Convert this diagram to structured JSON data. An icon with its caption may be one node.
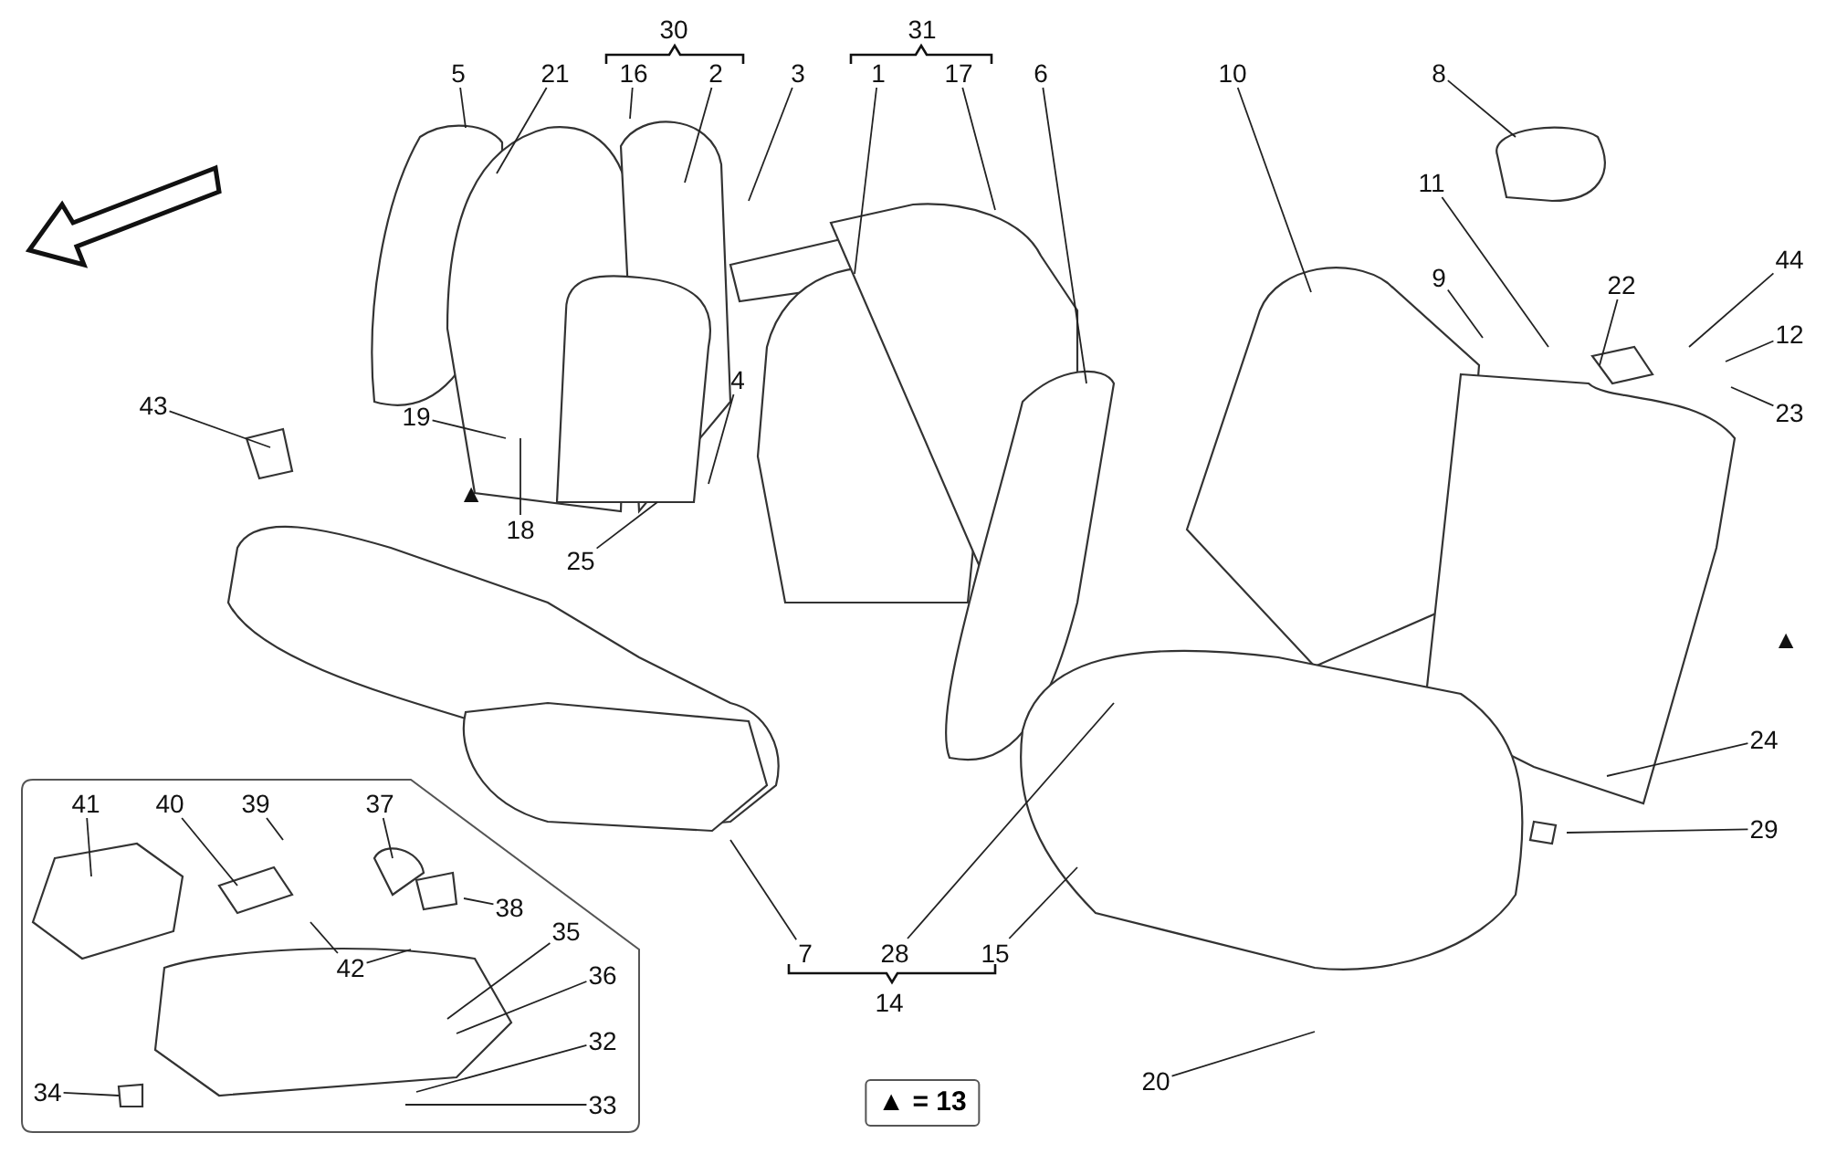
{
  "diagram": {
    "nodes": [
      {
        "text": [
          "5"
        ]
      },
      {
        "text": [
          "21"
        ]
      },
      {
        "text": [
          "16"
        ]
      },
      {
        "text": [
          "2"
        ]
      },
      {
        "text": [
          "3"
        ]
      },
      {
        "text": [
          "1"
        ]
      },
      {
        "text": [
          "17"
        ]
      },
      {
        "text": [
          "6"
        ]
      },
      {
        "text": [
          "10"
        ]
      },
      {
        "text": [
          "8"
        ]
      },
      {
        "text": [
          "11"
        ]
      },
      {
        "text": [
          "44"
        ]
      },
      {
        "text": [
          "9"
        ]
      },
      {
        "text": [
          "22"
        ]
      },
      {
        "text": [
          "12"
        ]
      },
      {
        "text": [
          "4"
        ]
      },
      {
        "text": [
          "43"
        ]
      },
      {
        "text": [
          "19"
        ]
      },
      {
        "text": [
          "23"
        ]
      },
      {
        "text": [
          "18"
        ]
      },
      {
        "text": [
          "25"
        ]
      },
      {
        "text": [
          "24"
        ]
      },
      {
        "text": [
          "41"
        ]
      },
      {
        "text": [
          "40"
        ]
      },
      {
        "text": [
          "39"
        ]
      },
      {
        "text": [
          "37"
        ]
      },
      {
        "text": [
          "29"
        ]
      },
      {
        "text": [
          "38"
        ]
      },
      {
        "text": [
          "35"
        ]
      },
      {
        "text": [
          "7"
        ]
      },
      {
        "text": [
          "28"
        ]
      },
      {
        "text": [
          "15"
        ]
      },
      {
        "text": [
          "42"
        ]
      },
      {
        "text": [
          "36"
        ]
      },
      {
        "text": [
          "32"
        ]
      },
      {
        "text": [
          "20"
        ]
      },
      {
        "text": [
          "34"
        ]
      },
      {
        "text": [
          "33"
        ]
      },
      {
        "text": [
          "▲ = 13"
        ]
      }
    ],
    "edges": [
      {
        "from": 0,
        "to": null,
        "arrow": "none"
      },
      {
        "from": 1,
        "to": null,
        "arrow": "none"
      },
      {
        "from": 2,
        "to": null,
        "arrow": "none"
      },
      {
        "from": 3,
        "to": null,
        "arrow": "none"
      },
      {
        "from": 4,
        "to": null,
        "arrow": "none"
      },
      {
        "from": 5,
        "to": null,
        "arrow": "none"
      },
      {
        "from": 6,
        "to": null,
        "arrow": "none"
      },
      {
        "from": 7,
        "to": null,
        "arrow": "none"
      },
      {
        "from": 8,
        "to": null,
        "arrow": "none"
      },
      {
        "from": 9,
        "to": null,
        "arrow": "none"
      },
      {
        "from": 10,
        "to": null,
        "arrow": "none"
      },
      {
        "from": 11,
        "to": null,
        "arrow": "none"
      },
      {
        "from": 12,
        "to": null,
        "arrow": "none"
      },
      {
        "from": 13,
        "to": null,
        "arrow": "none"
      },
      {
        "from": 14,
        "to": null,
        "arrow": "none"
      },
      {
        "from": 15,
        "to": null,
        "arrow": "none"
      },
      {
        "from": 16,
        "to": null,
        "arrow": "none"
      },
      {
        "from": 17,
        "to": null,
        "arrow": "none"
      },
      {
        "from": 18,
        "to": null,
        "arrow": "none"
      },
      {
        "from": 19,
        "to": null,
        "arrow": "none"
      },
      {
        "from": 20,
        "to": null,
        "arrow": "none"
      },
      {
        "from": 21,
        "to": null,
        "arrow": "none"
      },
      {
        "from": 22,
        "to": null,
        "arrow": "none"
      },
      {
        "from": 23,
        "to": null,
        "arrow": "none"
      },
      {
        "from": 24,
        "to": null,
        "arrow": "none"
      },
      {
        "from": 25,
        "to": null,
        "arrow": "none"
      },
      {
        "from": 26,
        "to": null,
        "arrow": "none"
      },
      {
        "from": 27,
        "to": null,
        "arrow": "none"
      },
      {
        "from": 28,
        "to": null,
        "arrow": "none"
      },
      {
        "from": 29,
        "to": null,
        "arrow": "none"
      },
      {
        "from": 30,
        "to": null,
        "arrow": "none"
      },
      {
        "from": 31,
        "to": null,
        "arrow": "none"
      },
      {
        "from": 32,
        "to": null,
        "arrow": "none"
      },
      {
        "from": 32,
        "to": null,
        "arrow": "none"
      },
      {
        "from": 33,
        "to": null,
        "arrow": "none"
      },
      {
        "from": 34,
        "to": null,
        "arrow": "none"
      },
      {
        "from": 35,
        "to": null,
        "arrow": "none"
      },
      {
        "from": 36,
        "to": null,
        "arrow": "none"
      },
      {
        "from": 37,
        "to": null,
        "arrow": "none"
      }
    ],
    "labels": [
      "30",
      "31",
      "▲",
      "▲",
      "14"
    ]
  }
}
